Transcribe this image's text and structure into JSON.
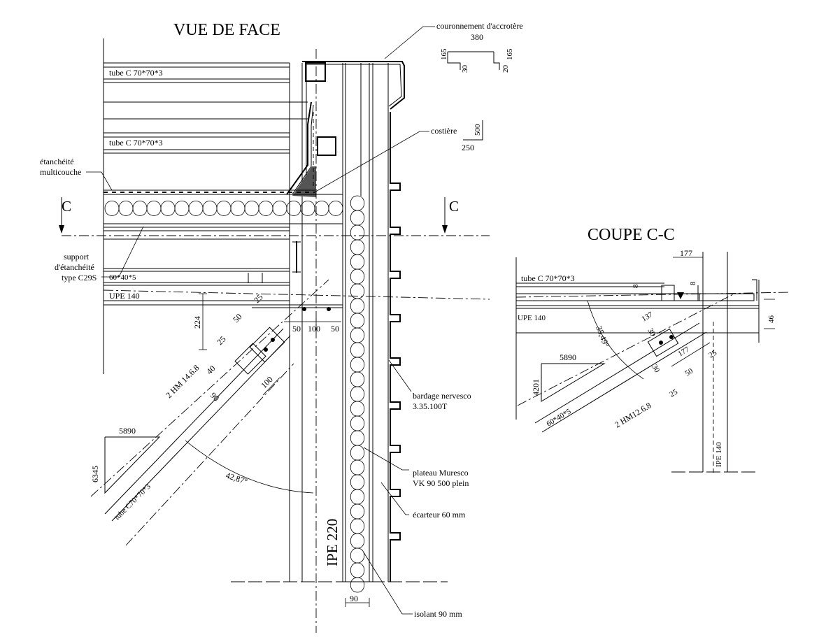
{
  "titles": {
    "front_view": "VUE DE FACE",
    "section": "COUPE C-C",
    "section_mark": "C"
  },
  "front_labels": {
    "coping": "couronnement d'accrotère",
    "tube_top": "tube C 70*70*3",
    "tube_mid": "tube C 70*70*3",
    "costiere": "costière",
    "waterproofing_1": "étanchéité",
    "waterproofing_2": "multicouche",
    "support_1": "support",
    "support_2": "d'étanchéité",
    "support_3": "type C29S",
    "angle_profile": "60*40*5",
    "upe": "UPE 140",
    "bolts": "2 HM 14.6.8",
    "cladding_1": "bardage nervesco",
    "cladding_2": "3.35.100T",
    "tray_1": "plateau Muresco",
    "tray_2": "VK 90 500 plein",
    "spacer": "écarteur 60 mm",
    "insulation": "isolant 90 mm",
    "ipe": "IPE 220",
    "brace": "tube C70*70*3"
  },
  "front_dims": {
    "coping_top": "380",
    "coping_left": "165",
    "coping_right": "165",
    "coping_lip_left": "30",
    "coping_lip_right": "20",
    "costiere_h": "500",
    "costiere_w": "250",
    "d224": "224",
    "d25a": "25",
    "d50a": "50",
    "d25b": "25",
    "d50b": "50",
    "d100a": "100",
    "d50c": "50",
    "d40": "40",
    "d90": "90",
    "d100b": "100",
    "slope_w": "5890",
    "slope_h": "6345",
    "angle": "42,87°",
    "insul_w": "90"
  },
  "section_labels": {
    "tube": "tube C 70*70*3",
    "upe": "UPE 140",
    "bolts": "2 HM12.6.8",
    "angle_profile": "60*40*5",
    "ipe": "IPE 140"
  },
  "section_dims": {
    "d177a": "177",
    "d8a": "8",
    "d8b": "8",
    "d46": "46",
    "d137": "137",
    "d30a": "30",
    "angle": "35,49°",
    "d177b": "177",
    "d25a": "25",
    "d50": "50",
    "d25b": "25",
    "d30b": "30",
    "slope_w": "5890",
    "slope_h": "4201"
  }
}
